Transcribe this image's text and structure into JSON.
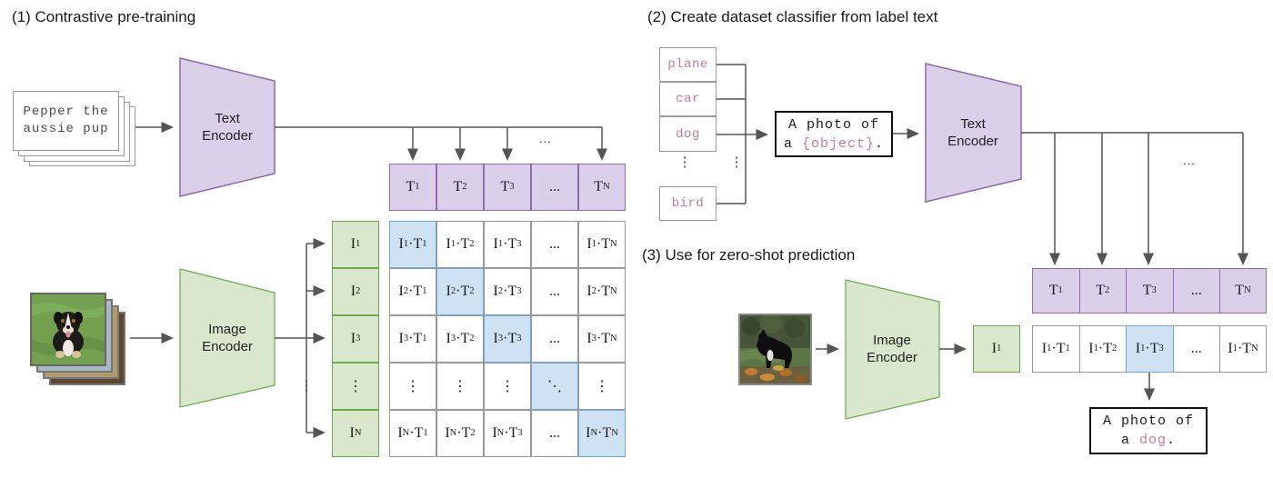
{
  "titles": {
    "s1": "(1) Contrastive pre-training",
    "s2": "(2) Create dataset classifier from label text",
    "s3": "(3) Use for zero-shot prediction"
  },
  "s1": {
    "caption_line1": "Pepper the",
    "caption_line2": "aussie pup",
    "text_encoder_label": "Text Encoder",
    "image_encoder_label": "Image Encoder",
    "ellipsis": "...",
    "bus_dots": "⋮",
    "t_row": [
      "T_1",
      "T_2",
      "T_3",
      "...",
      "T_N"
    ],
    "i_col": [
      "I_1",
      "I_2",
      "I_3",
      "⋮",
      "I_N"
    ],
    "matrix": [
      [
        "I_1·T_1",
        "I_1·T_2",
        "I_1·T_3",
        "...",
        "I_1·T_N"
      ],
      [
        "I_2·T_1",
        "I_2·T_2",
        "I_2·T_3",
        "...",
        "I_2·T_N"
      ],
      [
        "I_3·T_1",
        "I_3·T_2",
        "I_3·T_3",
        "...",
        "I_3·T_N"
      ],
      [
        "⋮",
        "⋮",
        "⋮",
        "⋱",
        "⋮"
      ],
      [
        "I_N·T_1",
        "I_N·T_2",
        "I_N·T_3",
        "...",
        "I_N·T_N"
      ]
    ]
  },
  "s2": {
    "labels": [
      "plane",
      "car",
      "dog",
      "bird"
    ],
    "label_dots": "⋮",
    "prompt": {
      "line1": "A photo of",
      "line2_pre": "a ",
      "line2_object": "{object}",
      "line2_post": "."
    },
    "text_encoder_label": "Text Encoder",
    "ellipsis": "...",
    "t_row": [
      "T_1",
      "T_2",
      "T_3",
      "...",
      "T_N"
    ]
  },
  "s3": {
    "image_encoder_label": "Image Encoder",
    "i_cell": "I_1",
    "logits_row": [
      "I_1·T_1",
      "I_1·T_2",
      "I_1·T_3",
      "...",
      "I_1·T_N"
    ],
    "output": {
      "line1": "A photo of",
      "line2_pre": "a ",
      "line2_object": "dog",
      "line2_post": "."
    }
  },
  "colors": {
    "purple_fill": "#dbd0e9",
    "purple_border": "#8e6bac",
    "green_fill": "#d9e8cc",
    "green_border": "#6aa84f",
    "blue_fill": "#cfe2f3",
    "blue_border": "#6fa8dc",
    "pink_text": "#c27ba0",
    "arrow": "#555555"
  }
}
